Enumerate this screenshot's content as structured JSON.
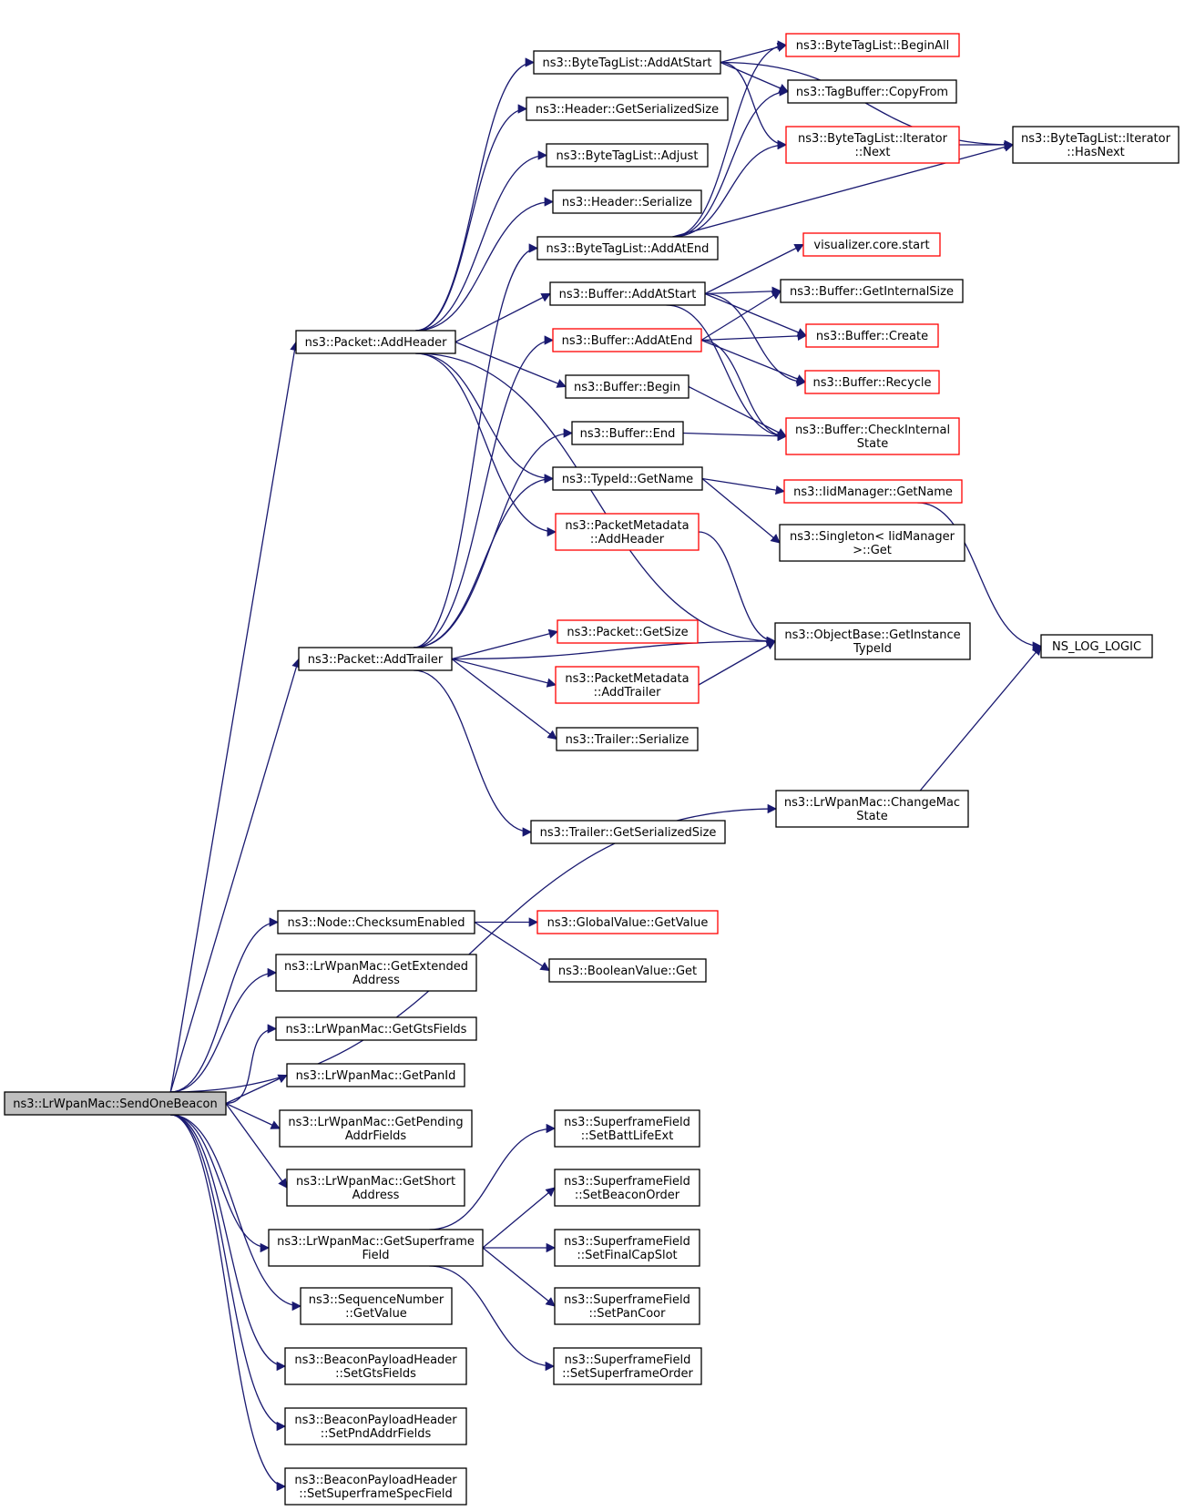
{
  "colors": {
    "edge": "#191970",
    "border": "#000000",
    "incomplete_border": "#ff0000",
    "root_fill": "#bfbfbf"
  },
  "nodes": [
    {
      "id": "root",
      "lines": [
        "ns3::LrWpanMac::SendOneBeacon"
      ],
      "style": "root"
    },
    {
      "id": "addheader",
      "lines": [
        "ns3::Packet::AddHeader"
      ]
    },
    {
      "id": "addtrailer",
      "lines": [
        "ns3::Packet::AddTrailer"
      ]
    },
    {
      "id": "changemac",
      "lines": [
        "ns3::LrWpanMac::ChangeMac",
        "State"
      ]
    },
    {
      "id": "checksum",
      "lines": [
        "ns3::Node::ChecksumEnabled"
      ]
    },
    {
      "id": "getext",
      "lines": [
        "ns3::LrWpanMac::GetExtended",
        "Address"
      ]
    },
    {
      "id": "getgts",
      "lines": [
        "ns3::LrWpanMac::GetGtsFields"
      ]
    },
    {
      "id": "getpanid",
      "lines": [
        "ns3::LrWpanMac::GetPanId"
      ]
    },
    {
      "id": "getpend",
      "lines": [
        "ns3::LrWpanMac::GetPending",
        "AddrFields"
      ]
    },
    {
      "id": "getshort",
      "lines": [
        "ns3::LrWpanMac::GetShort",
        "Address"
      ]
    },
    {
      "id": "getsuper",
      "lines": [
        "ns3::LrWpanMac::GetSuperframe",
        "Field"
      ]
    },
    {
      "id": "seqval",
      "lines": [
        "ns3::SequenceNumber",
        "::GetValue"
      ]
    },
    {
      "id": "setgts",
      "lines": [
        "ns3::BeaconPayloadHeader",
        "::SetGtsFields"
      ]
    },
    {
      "id": "setpnd",
      "lines": [
        "ns3::BeaconPayloadHeader",
        "::SetPndAddrFields"
      ]
    },
    {
      "id": "setsfspec",
      "lines": [
        "ns3::BeaconPayloadHeader",
        "::SetSuperframeSpecField"
      ]
    },
    {
      "id": "btl_addstart",
      "lines": [
        "ns3::ByteTagList::AddAtStart"
      ]
    },
    {
      "id": "hdr_getsize",
      "lines": [
        "ns3::Header::GetSerializedSize"
      ]
    },
    {
      "id": "btl_adjust",
      "lines": [
        "ns3::ByteTagList::Adjust"
      ]
    },
    {
      "id": "hdr_ser",
      "lines": [
        "ns3::Header::Serialize"
      ]
    },
    {
      "id": "btl_addend",
      "lines": [
        "ns3::ByteTagList::AddAtEnd"
      ]
    },
    {
      "id": "buf_addstart",
      "lines": [
        "ns3::Buffer::AddAtStart"
      ]
    },
    {
      "id": "buf_addend",
      "lines": [
        "ns3::Buffer::AddAtEnd"
      ],
      "style": "red"
    },
    {
      "id": "buf_begin",
      "lines": [
        "ns3::Buffer::Begin"
      ]
    },
    {
      "id": "buf_end",
      "lines": [
        "ns3::Buffer::End"
      ]
    },
    {
      "id": "typeid_name",
      "lines": [
        "ns3::TypeId::GetName"
      ]
    },
    {
      "id": "pm_addheader",
      "lines": [
        "ns3::PacketMetadata",
        "::AddHeader"
      ],
      "style": "red"
    },
    {
      "id": "pkt_getsize",
      "lines": [
        "ns3::Packet::GetSize"
      ],
      "style": "red"
    },
    {
      "id": "pm_addtrailer",
      "lines": [
        "ns3::PacketMetadata",
        "::AddTrailer"
      ],
      "style": "red"
    },
    {
      "id": "trl_ser",
      "lines": [
        "ns3::Trailer::Serialize"
      ]
    },
    {
      "id": "trl_getsize",
      "lines": [
        "ns3::Trailer::GetSerializedSize"
      ]
    },
    {
      "id": "gv_getvalue",
      "lines": [
        "ns3::GlobalValue::GetValue"
      ],
      "style": "red"
    },
    {
      "id": "bool_get",
      "lines": [
        "ns3::BooleanValue::Get"
      ]
    },
    {
      "id": "sf_battlife",
      "lines": [
        "ns3::SuperframeField",
        "::SetBattLifeExt"
      ]
    },
    {
      "id": "sf_beaconorder",
      "lines": [
        "ns3::SuperframeField",
        "::SetBeaconOrder"
      ]
    },
    {
      "id": "sf_finalcap",
      "lines": [
        "ns3::SuperframeField",
        "::SetFinalCapSlot"
      ]
    },
    {
      "id": "sf_pancoor",
      "lines": [
        "ns3::SuperframeField",
        "::SetPanCoor"
      ]
    },
    {
      "id": "sf_superorder",
      "lines": [
        "ns3::SuperframeField",
        "::SetSuperframeOrder"
      ]
    },
    {
      "id": "btl_beginall",
      "lines": [
        "ns3::ByteTagList::BeginAll"
      ],
      "style": "red"
    },
    {
      "id": "tagbuf_copy",
      "lines": [
        "ns3::TagBuffer::CopyFrom"
      ]
    },
    {
      "id": "btl_iter_next",
      "lines": [
        "ns3::ByteTagList::Iterator",
        "::Next"
      ],
      "style": "red"
    },
    {
      "id": "vis_start",
      "lines": [
        "visualizer.core.start"
      ],
      "style": "red"
    },
    {
      "id": "buf_internalsize",
      "lines": [
        "ns3::Buffer::GetInternalSize"
      ]
    },
    {
      "id": "buf_create",
      "lines": [
        "ns3::Buffer::Create"
      ],
      "style": "red"
    },
    {
      "id": "buf_recycle",
      "lines": [
        "ns3::Buffer::Recycle"
      ],
      "style": "red"
    },
    {
      "id": "buf_checkint",
      "lines": [
        "ns3::Buffer::CheckInternal",
        "State"
      ],
      "style": "red"
    },
    {
      "id": "iid_getname",
      "lines": [
        "ns3::IidManager::GetName"
      ],
      "style": "red"
    },
    {
      "id": "singleton_get",
      "lines": [
        "ns3::Singleton< IidManager",
        ">::Get"
      ]
    },
    {
      "id": "ob_instancetid",
      "lines": [
        "ns3::ObjectBase::GetInstance",
        "TypeId"
      ]
    },
    {
      "id": "btl_iter_hasnext",
      "lines": [
        "ns3::ByteTagList::Iterator",
        "::HasNext"
      ]
    },
    {
      "id": "ns_log_logic",
      "lines": [
        "NS_LOG_LOGIC"
      ]
    }
  ]
}
